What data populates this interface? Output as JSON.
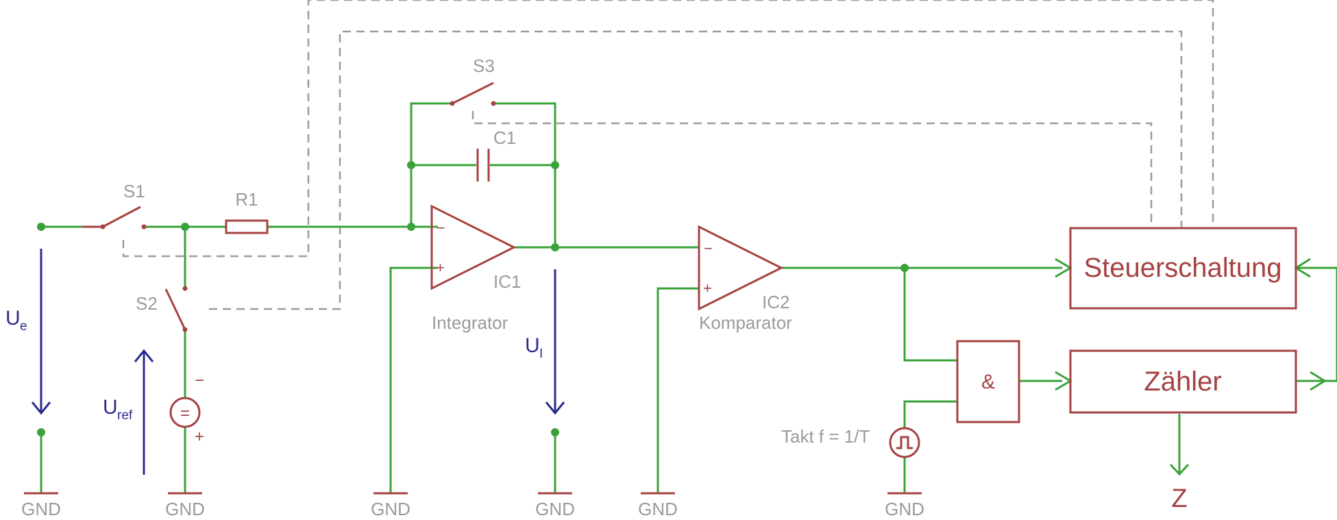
{
  "labels": {
    "s1": "S1",
    "s2": "S2",
    "s3": "S3",
    "r1": "R1",
    "c1": "C1",
    "ic1": "IC1",
    "ic2": "IC2",
    "integrator": "Integrator",
    "komparator": "Komparator",
    "steuerschaltung": "Steuerschaltung",
    "zaehler": "Zähler",
    "and_gate": "&",
    "takt": "Takt f = 1/T",
    "z_output": "Z",
    "ue_main": "U",
    "ue_sub": "e",
    "uref_main": "U",
    "uref_sub": "ref",
    "ui_main": "U",
    "ui_sub": "I",
    "minus_sign": "−",
    "plus_sign": "+",
    "source_symbol": "=",
    "gnd": "GND"
  },
  "colors": {
    "wire": "#3aa23a",
    "component": "#a54242",
    "mechanical_link": "#9b9b9b",
    "voltage_arrow": "#2b2b8f"
  }
}
